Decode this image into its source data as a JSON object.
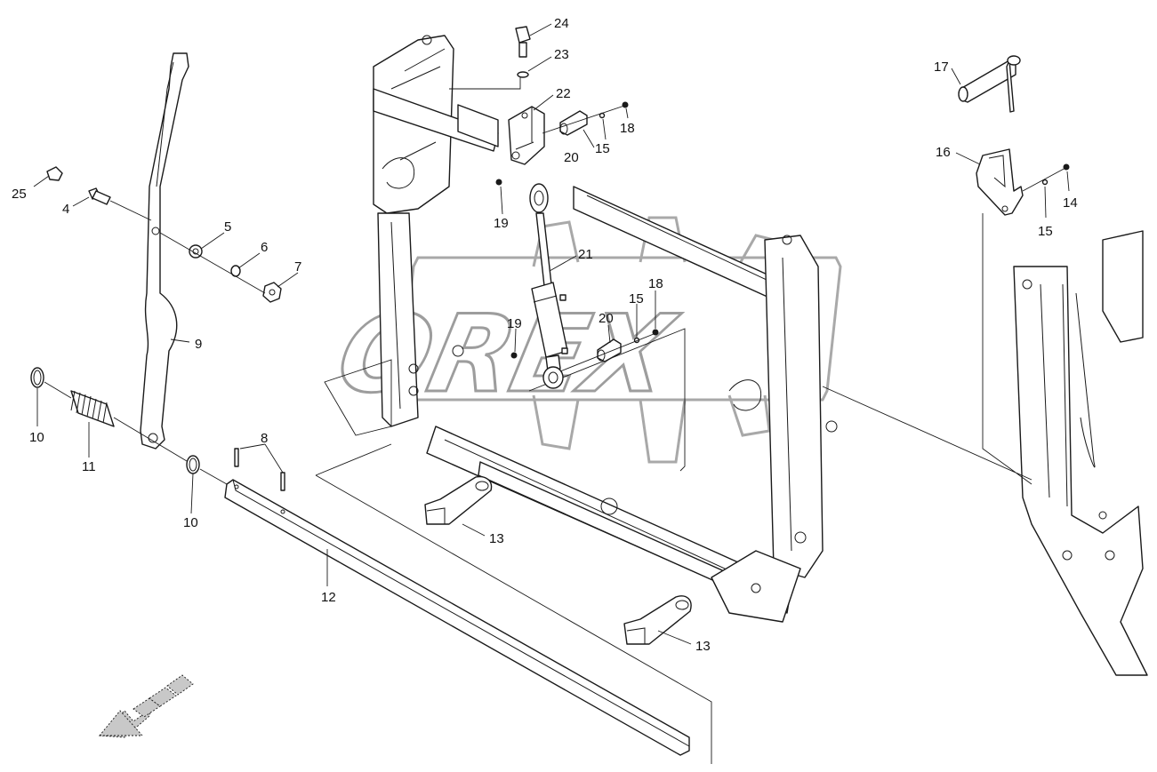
{
  "diagram": {
    "title": "",
    "watermark": "OREX",
    "colors": {
      "line": "#1a1a1a",
      "watermark": "#9a9a9a",
      "background": "#ffffff"
    },
    "callouts": [
      {
        "id": "c4",
        "text": "4"
      },
      {
        "id": "c5",
        "text": "5"
      },
      {
        "id": "c6",
        "text": "6"
      },
      {
        "id": "c7",
        "text": "7"
      },
      {
        "id": "c8",
        "text": "8"
      },
      {
        "id": "c9",
        "text": "9"
      },
      {
        "id": "c10a",
        "text": "10"
      },
      {
        "id": "c10b",
        "text": "10"
      },
      {
        "id": "c11",
        "text": "11"
      },
      {
        "id": "c12",
        "text": "12"
      },
      {
        "id": "c13a",
        "text": "13"
      },
      {
        "id": "c13b",
        "text": "13"
      },
      {
        "id": "c14",
        "text": "14"
      },
      {
        "id": "c15a",
        "text": "15"
      },
      {
        "id": "c15b",
        "text": "15"
      },
      {
        "id": "c15c",
        "text": "15"
      },
      {
        "id": "c16",
        "text": "16"
      },
      {
        "id": "c17",
        "text": "17"
      },
      {
        "id": "c18a",
        "text": "18"
      },
      {
        "id": "c18b",
        "text": "18"
      },
      {
        "id": "c19a",
        "text": "19"
      },
      {
        "id": "c19b",
        "text": "19"
      },
      {
        "id": "c20a",
        "text": "20"
      },
      {
        "id": "c20b",
        "text": "20"
      },
      {
        "id": "c21",
        "text": "21"
      },
      {
        "id": "c22",
        "text": "22"
      },
      {
        "id": "c23",
        "text": "23"
      },
      {
        "id": "c24",
        "text": "24"
      },
      {
        "id": "c25",
        "text": "25"
      }
    ]
  }
}
